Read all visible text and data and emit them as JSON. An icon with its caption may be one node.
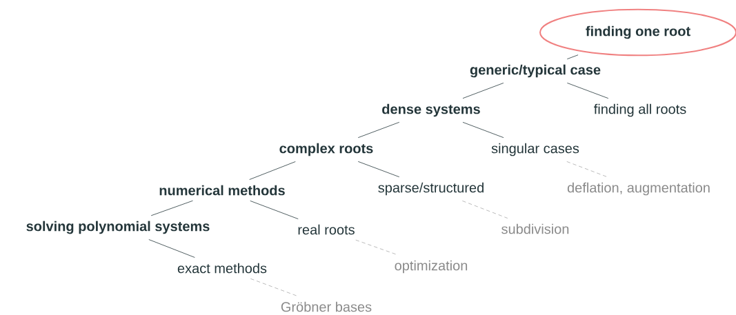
{
  "diagram": {
    "nodes": [
      {
        "text": [
          "finding one root"
        ]
      },
      {
        "text": [
          "generic/typical case"
        ]
      },
      {
        "text": [
          "dense systems"
        ]
      },
      {
        "text": [
          "finding all roots"
        ]
      },
      {
        "text": [
          "complex roots"
        ]
      },
      {
        "text": [
          "singular cases"
        ]
      },
      {
        "text": [
          "numerical methods"
        ]
      },
      {
        "text": [
          "sparse/structured"
        ]
      },
      {
        "text": [
          "deflation, augmentation"
        ]
      },
      {
        "text": [
          "solving polynomial systems"
        ]
      },
      {
        "text": [
          "real roots"
        ]
      },
      {
        "text": [
          "subdivision"
        ]
      },
      {
        "text": [
          "exact methods"
        ]
      },
      {
        "text": [
          "optimization"
        ]
      },
      {
        "text": [
          "Gröbner bases"
        ]
      }
    ],
    "edges": [
      {
        "from": 9,
        "to": 6,
        "arrow": "none"
      },
      {
        "from": 9,
        "to": 12,
        "arrow": "none"
      },
      {
        "from": 6,
        "to": 4,
        "arrow": "none"
      },
      {
        "from": 6,
        "to": 10,
        "arrow": "none"
      },
      {
        "from": 4,
        "to": 2,
        "arrow": "none"
      },
      {
        "from": 4,
        "to": 7,
        "arrow": "none"
      },
      {
        "from": 2,
        "to": 1,
        "arrow": "none"
      },
      {
        "from": 2,
        "to": 5,
        "arrow": "none"
      },
      {
        "from": 1,
        "to": 0,
        "arrow": "none"
      },
      {
        "from": 1,
        "to": 3,
        "arrow": "none"
      },
      {
        "from": 12,
        "to": 14,
        "arrow": "none",
        "style": "dashed",
        "color": "#aaaaaa"
      },
      {
        "from": 10,
        "to": 13,
        "arrow": "none",
        "style": "dashed",
        "color": "#aaaaaa"
      },
      {
        "from": 7,
        "to": 11,
        "arrow": "none",
        "style": "dashed",
        "color": "#aaaaaa"
      },
      {
        "from": 5,
        "to": 8,
        "arrow": "none",
        "style": "dashed",
        "color": "#aaaaaa"
      }
    ]
  }
}
